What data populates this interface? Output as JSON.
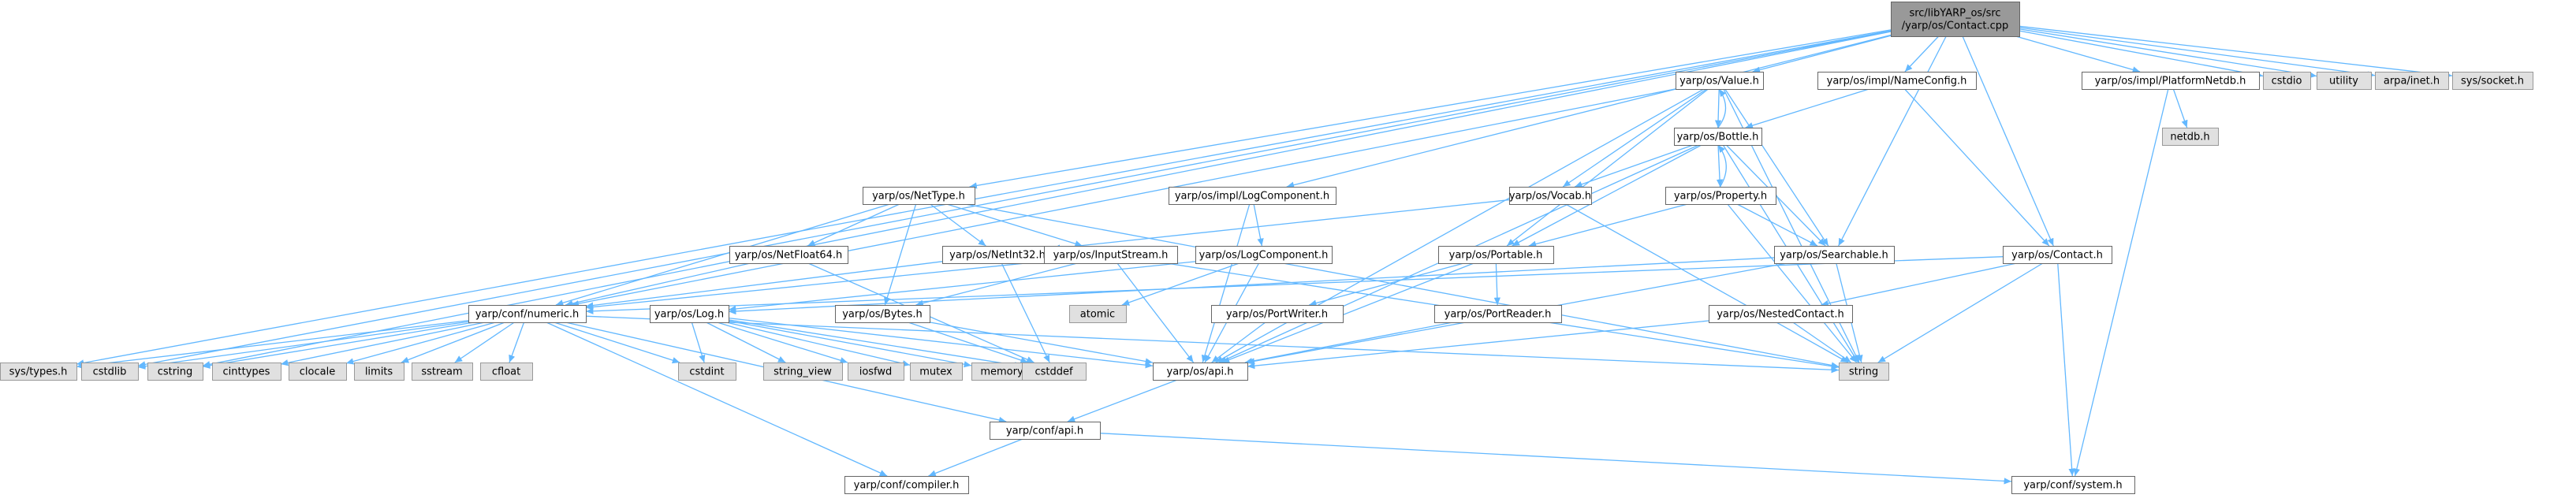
{
  "colors": {
    "edge": "#63b8ff",
    "root_fill": "#999999",
    "local_fill": "#ffffff",
    "system_fill": "#e0e0e0",
    "border": "#666666"
  },
  "nodes": [
    {
      "id": "root",
      "lines": [
        "src/libYARP_os/src",
        "/yarp/os/Contact.cpp"
      ],
      "kind": "root"
    },
    {
      "id": "value",
      "lines": [
        "yarp/os/Value.h"
      ],
      "kind": "local"
    },
    {
      "id": "nameconfig",
      "lines": [
        "yarp/os/impl/NameConfig.h"
      ],
      "kind": "local"
    },
    {
      "id": "platformnetdb",
      "lines": [
        "yarp/os/impl/PlatformNetdb.h"
      ],
      "kind": "local"
    },
    {
      "id": "cstdio",
      "lines": [
        "cstdio"
      ],
      "kind": "system"
    },
    {
      "id": "utility",
      "lines": [
        "utility"
      ],
      "kind": "system"
    },
    {
      "id": "arpa",
      "lines": [
        "arpa/inet.h"
      ],
      "kind": "system"
    },
    {
      "id": "syssocket",
      "lines": [
        "sys/socket.h"
      ],
      "kind": "system"
    },
    {
      "id": "netdb",
      "lines": [
        "netdb.h"
      ],
      "kind": "system"
    },
    {
      "id": "bottle",
      "lines": [
        "yarp/os/Bottle.h"
      ],
      "kind": "local"
    },
    {
      "id": "nettype",
      "lines": [
        "yarp/os/NetType.h"
      ],
      "kind": "local"
    },
    {
      "id": "logcomponent_impl",
      "lines": [
        "yarp/os/impl/LogComponent.h"
      ],
      "kind": "local"
    },
    {
      "id": "vocab",
      "lines": [
        "yarp/os/Vocab.h"
      ],
      "kind": "local"
    },
    {
      "id": "property",
      "lines": [
        "yarp/os/Property.h"
      ],
      "kind": "local"
    },
    {
      "id": "netfloat64",
      "lines": [
        "yarp/os/NetFloat64.h"
      ],
      "kind": "local"
    },
    {
      "id": "netint32",
      "lines": [
        "yarp/os/NetInt32.h"
      ],
      "kind": "local"
    },
    {
      "id": "inputstream",
      "lines": [
        "yarp/os/InputStream.h"
      ],
      "kind": "local"
    },
    {
      "id": "logcomponent",
      "lines": [
        "yarp/os/LogComponent.h"
      ],
      "kind": "local"
    },
    {
      "id": "portable",
      "lines": [
        "yarp/os/Portable.h"
      ],
      "kind": "local"
    },
    {
      "id": "searchable",
      "lines": [
        "yarp/os/Searchable.h"
      ],
      "kind": "local"
    },
    {
      "id": "contact",
      "lines": [
        "yarp/os/Contact.h"
      ],
      "kind": "local"
    },
    {
      "id": "numeric",
      "lines": [
        "yarp/conf/numeric.h"
      ],
      "kind": "local"
    },
    {
      "id": "log",
      "lines": [
        "yarp/os/Log.h"
      ],
      "kind": "local"
    },
    {
      "id": "bytes",
      "lines": [
        "yarp/os/Bytes.h"
      ],
      "kind": "local"
    },
    {
      "id": "atomic",
      "lines": [
        "atomic"
      ],
      "kind": "system"
    },
    {
      "id": "portwriter",
      "lines": [
        "yarp/os/PortWriter.h"
      ],
      "kind": "local"
    },
    {
      "id": "portreader",
      "lines": [
        "yarp/os/PortReader.h"
      ],
      "kind": "local"
    },
    {
      "id": "nestedcontact",
      "lines": [
        "yarp/os/NestedContact.h"
      ],
      "kind": "local"
    },
    {
      "id": "systypes",
      "lines": [
        "sys/types.h"
      ],
      "kind": "system"
    },
    {
      "id": "cstdlib",
      "lines": [
        "cstdlib"
      ],
      "kind": "system"
    },
    {
      "id": "cstring",
      "lines": [
        "cstring"
      ],
      "kind": "system"
    },
    {
      "id": "cinttypes",
      "lines": [
        "cinttypes"
      ],
      "kind": "system"
    },
    {
      "id": "clocale",
      "lines": [
        "clocale"
      ],
      "kind": "system"
    },
    {
      "id": "limits",
      "lines": [
        "limits"
      ],
      "kind": "system"
    },
    {
      "id": "sstream",
      "lines": [
        "sstream"
      ],
      "kind": "system"
    },
    {
      "id": "cfloat",
      "lines": [
        "cfloat"
      ],
      "kind": "system"
    },
    {
      "id": "cstdint",
      "lines": [
        "cstdint"
      ],
      "kind": "system"
    },
    {
      "id": "string_view",
      "lines": [
        "string_view"
      ],
      "kind": "system"
    },
    {
      "id": "iosfwd",
      "lines": [
        "iosfwd"
      ],
      "kind": "system"
    },
    {
      "id": "mutex",
      "lines": [
        "mutex"
      ],
      "kind": "system"
    },
    {
      "id": "memory",
      "lines": [
        "memory"
      ],
      "kind": "system"
    },
    {
      "id": "cstddef",
      "lines": [
        "cstddef"
      ],
      "kind": "system"
    },
    {
      "id": "osapi",
      "lines": [
        "yarp/os/api.h"
      ],
      "kind": "local"
    },
    {
      "id": "string",
      "lines": [
        "string"
      ],
      "kind": "system"
    },
    {
      "id": "confapi",
      "lines": [
        "yarp/conf/api.h"
      ],
      "kind": "local"
    },
    {
      "id": "compiler",
      "lines": [
        "yarp/conf/compiler.h"
      ],
      "kind": "local"
    },
    {
      "id": "system",
      "lines": [
        "yarp/conf/system.h"
      ],
      "kind": "local"
    }
  ],
  "edges": [
    [
      "root",
      "value"
    ],
    [
      "root",
      "nameconfig"
    ],
    [
      "root",
      "platformnetdb"
    ],
    [
      "root",
      "cstdio"
    ],
    [
      "root",
      "utility"
    ],
    [
      "root",
      "arpa"
    ],
    [
      "root",
      "syssocket"
    ],
    [
      "root",
      "nettype"
    ],
    [
      "root",
      "logcomponent_impl"
    ],
    [
      "root",
      "searchable"
    ],
    [
      "root",
      "contact"
    ],
    [
      "root",
      "systypes"
    ],
    [
      "root",
      "cstdlib"
    ],
    [
      "root",
      "cstring"
    ],
    [
      "value",
      "bottle"
    ],
    [
      "value",
      "vocab"
    ],
    [
      "value",
      "portable"
    ],
    [
      "value",
      "searchable"
    ],
    [
      "value",
      "string"
    ],
    [
      "value",
      "numeric"
    ],
    [
      "value",
      "osapi"
    ],
    [
      "nameconfig",
      "bottle"
    ],
    [
      "nameconfig",
      "contact"
    ],
    [
      "platformnetdb",
      "netdb"
    ],
    [
      "platformnetdb",
      "system"
    ],
    [
      "bottle",
      "value"
    ],
    [
      "bottle",
      "vocab"
    ],
    [
      "bottle",
      "property"
    ],
    [
      "bottle",
      "portable"
    ],
    [
      "bottle",
      "searchable"
    ],
    [
      "bottle",
      "string"
    ],
    [
      "bottle",
      "osapi"
    ],
    [
      "nettype",
      "netfloat64"
    ],
    [
      "nettype",
      "netint32"
    ],
    [
      "nettype",
      "inputstream"
    ],
    [
      "nettype",
      "bytes"
    ],
    [
      "nettype",
      "numeric"
    ],
    [
      "nettype",
      "string"
    ],
    [
      "logcomponent_impl",
      "logcomponent"
    ],
    [
      "logcomponent_impl",
      "osapi"
    ],
    [
      "vocab",
      "netint32"
    ],
    [
      "vocab",
      "string"
    ],
    [
      "property",
      "bottle"
    ],
    [
      "property",
      "portable"
    ],
    [
      "property",
      "searchable"
    ],
    [
      "property",
      "string"
    ],
    [
      "netfloat64",
      "numeric"
    ],
    [
      "netfloat64",
      "cstddef"
    ],
    [
      "netint32",
      "numeric"
    ],
    [
      "netint32",
      "cstddef"
    ],
    [
      "inputstream",
      "numeric"
    ],
    [
      "inputstream",
      "bytes"
    ],
    [
      "inputstream",
      "string"
    ],
    [
      "inputstream",
      "osapi"
    ],
    [
      "logcomponent",
      "log"
    ],
    [
      "logcomponent",
      "atomic"
    ],
    [
      "logcomponent",
      "osapi"
    ],
    [
      "portable",
      "portwriter"
    ],
    [
      "portable",
      "portreader"
    ],
    [
      "portable",
      "osapi"
    ],
    [
      "searchable",
      "string"
    ],
    [
      "searchable",
      "osapi"
    ],
    [
      "searchable",
      "log"
    ],
    [
      "contact",
      "nestedcontact"
    ],
    [
      "contact",
      "string"
    ],
    [
      "contact",
      "system"
    ],
    [
      "contact",
      "numeric"
    ],
    [
      "numeric",
      "systypes"
    ],
    [
      "numeric",
      "cstdlib"
    ],
    [
      "numeric",
      "cstring"
    ],
    [
      "numeric",
      "cinttypes"
    ],
    [
      "numeric",
      "clocale"
    ],
    [
      "numeric",
      "limits"
    ],
    [
      "numeric",
      "sstream"
    ],
    [
      "numeric",
      "cfloat"
    ],
    [
      "numeric",
      "cstdint"
    ],
    [
      "numeric",
      "string"
    ],
    [
      "numeric",
      "confapi"
    ],
    [
      "numeric",
      "compiler"
    ],
    [
      "log",
      "cstdint"
    ],
    [
      "log",
      "string_view"
    ],
    [
      "log",
      "iosfwd"
    ],
    [
      "log",
      "mutex"
    ],
    [
      "log",
      "memory"
    ],
    [
      "log",
      "cstddef"
    ],
    [
      "log",
      "osapi"
    ],
    [
      "bytes",
      "cstddef"
    ],
    [
      "bytes",
      "osapi"
    ],
    [
      "portwriter",
      "osapi"
    ],
    [
      "portreader",
      "osapi"
    ],
    [
      "nestedcontact",
      "string"
    ],
    [
      "nestedcontact",
      "osapi"
    ],
    [
      "osapi",
      "confapi"
    ],
    [
      "confapi",
      "compiler"
    ],
    [
      "confapi",
      "system"
    ]
  ]
}
